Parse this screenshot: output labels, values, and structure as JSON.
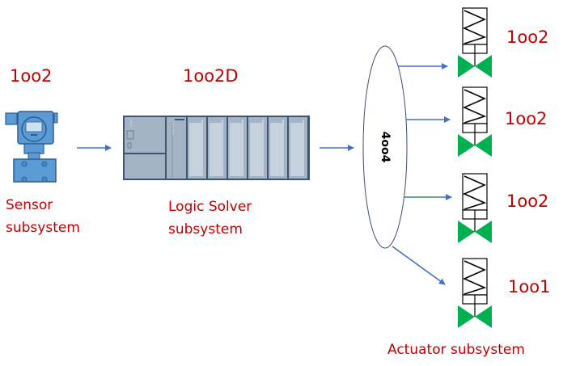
{
  "sensor": {
    "voting": "1oo2",
    "label_line1": "Sensor",
    "label_line2": "subsystem"
  },
  "logic_solver": {
    "voting": "1oo2D",
    "label_line1": "Logic Solver",
    "label_line2": "subsystem"
  },
  "final_element_voting": "4oo4",
  "actuators": [
    {
      "voting": "1oo2"
    },
    {
      "voting": "1oo2"
    },
    {
      "voting": "1oo2"
    },
    {
      "voting": "1oo1"
    }
  ],
  "actuator_label": "Actuator subsystem",
  "colors": {
    "label_red": "#c00000",
    "arrow_blue": "#4472c4",
    "valve_green": "#00b050",
    "device_blue": "#5b9bd5",
    "plc_gray": "#a5b4c4"
  }
}
